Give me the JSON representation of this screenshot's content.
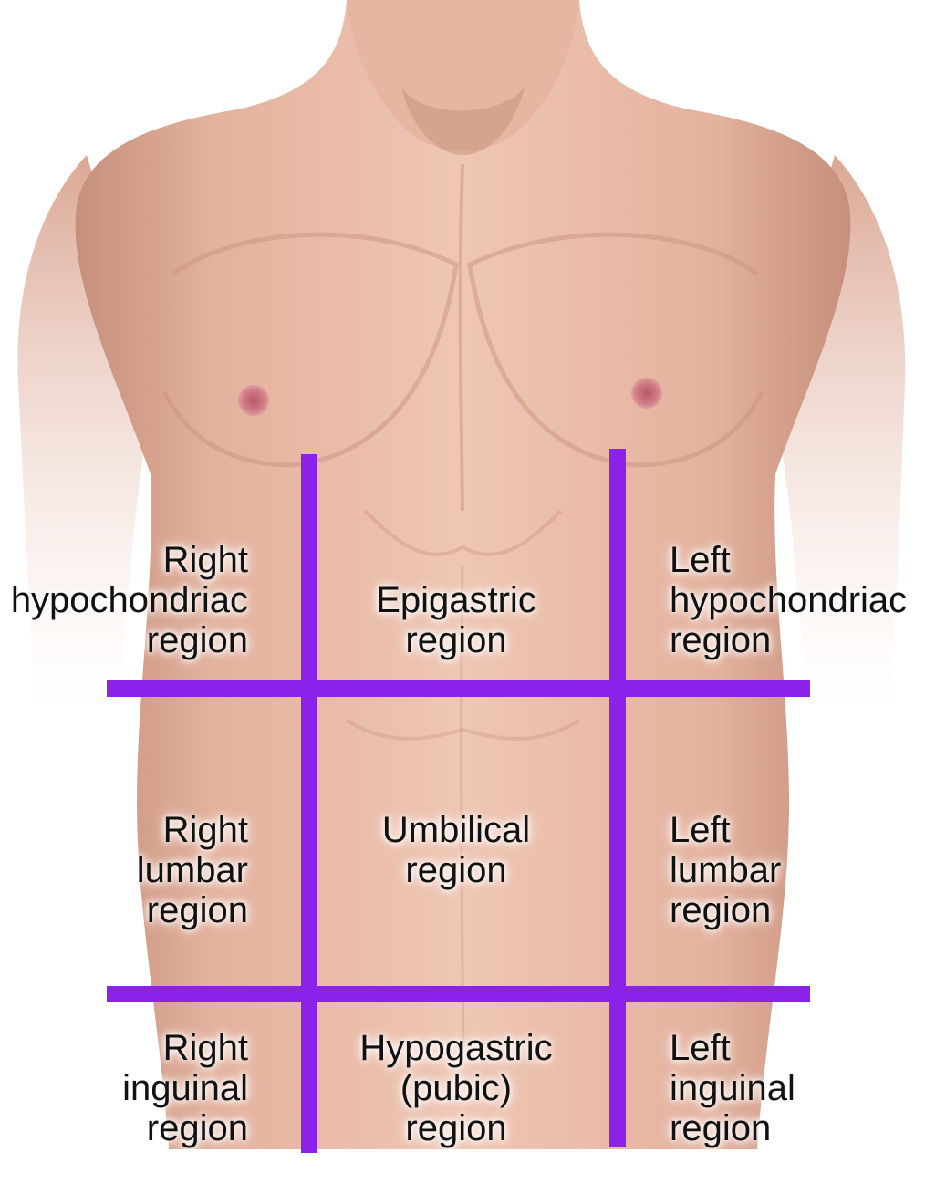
{
  "colors": {
    "grid_line": "#8a22ea",
    "skin": "#e8b9a6",
    "skin_shadow": "#c9937f",
    "nipple": "#c96a78",
    "background": "#ffffff"
  },
  "regions": {
    "right_hypochondriac": [
      "Right",
      "hypochondriac",
      "region"
    ],
    "epigastric": [
      "Epigastric",
      "region"
    ],
    "left_hypochondriac": [
      "Left",
      "hypochondriac",
      "region"
    ],
    "right_lumbar": [
      "Right",
      "lumbar",
      "region"
    ],
    "umbilical": [
      "Umbilical",
      "region"
    ],
    "left_lumbar": [
      "Left",
      "lumbar",
      "region"
    ],
    "right_inguinal": [
      "Right",
      "inguinal",
      "region"
    ],
    "hypogastric": [
      "Hypogastric",
      "(pubic)",
      "region"
    ],
    "left_inguinal": [
      "Left",
      "inguinal",
      "region"
    ]
  }
}
